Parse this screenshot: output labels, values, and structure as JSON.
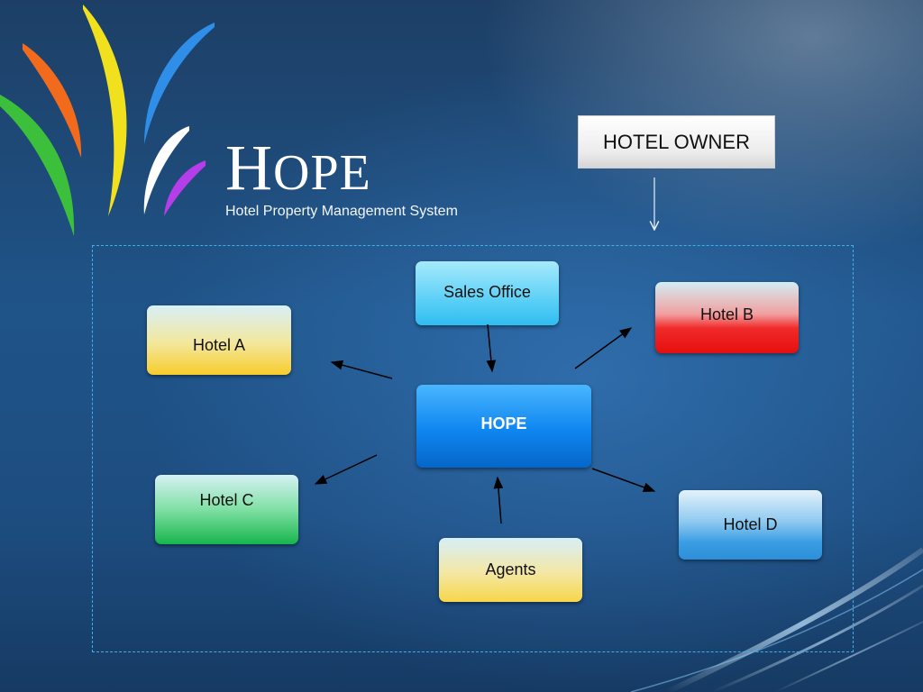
{
  "brand": {
    "title_initial": "H",
    "title_rest": "OPE",
    "subtitle": "Hotel Property Management System",
    "logo_icon": "multicolor-leaves-logo",
    "leaf_colors": [
      "#3cbf3a",
      "#f26b1d",
      "#f0e01e",
      "#2f8fe8",
      "#ffffff",
      "#b53ee8"
    ]
  },
  "owner": {
    "label": "HOTEL OWNER"
  },
  "diagram": {
    "nodes": {
      "sales_office": "Sales Office",
      "hotel_a": "Hotel A",
      "hotel_b": "Hotel B",
      "hope": "HOPE",
      "hotel_c": "Hotel C",
      "agents": "Agents",
      "hotel_d": "Hotel D"
    },
    "edges": [
      {
        "from": "hotel_owner",
        "to": "diagram_frame"
      },
      {
        "from": "sales_office",
        "to": "hope"
      },
      {
        "from": "agents",
        "to": "hope"
      },
      {
        "from": "hope",
        "to": "hotel_a"
      },
      {
        "from": "hope",
        "to": "hotel_b"
      },
      {
        "from": "hope",
        "to": "hotel_c"
      },
      {
        "from": "hope",
        "to": "hotel_d"
      }
    ],
    "colors": {
      "frame_border": "#3fb0e8",
      "hope_node": "#0f86f0",
      "hotel_b_node": "#f12a2a",
      "hotel_c_node": "#17b54d",
      "hotel_a_node": "#f7cc2c",
      "hotel_d_node": "#3a9ee3",
      "sales_office_node": "#5dd0f6"
    }
  }
}
